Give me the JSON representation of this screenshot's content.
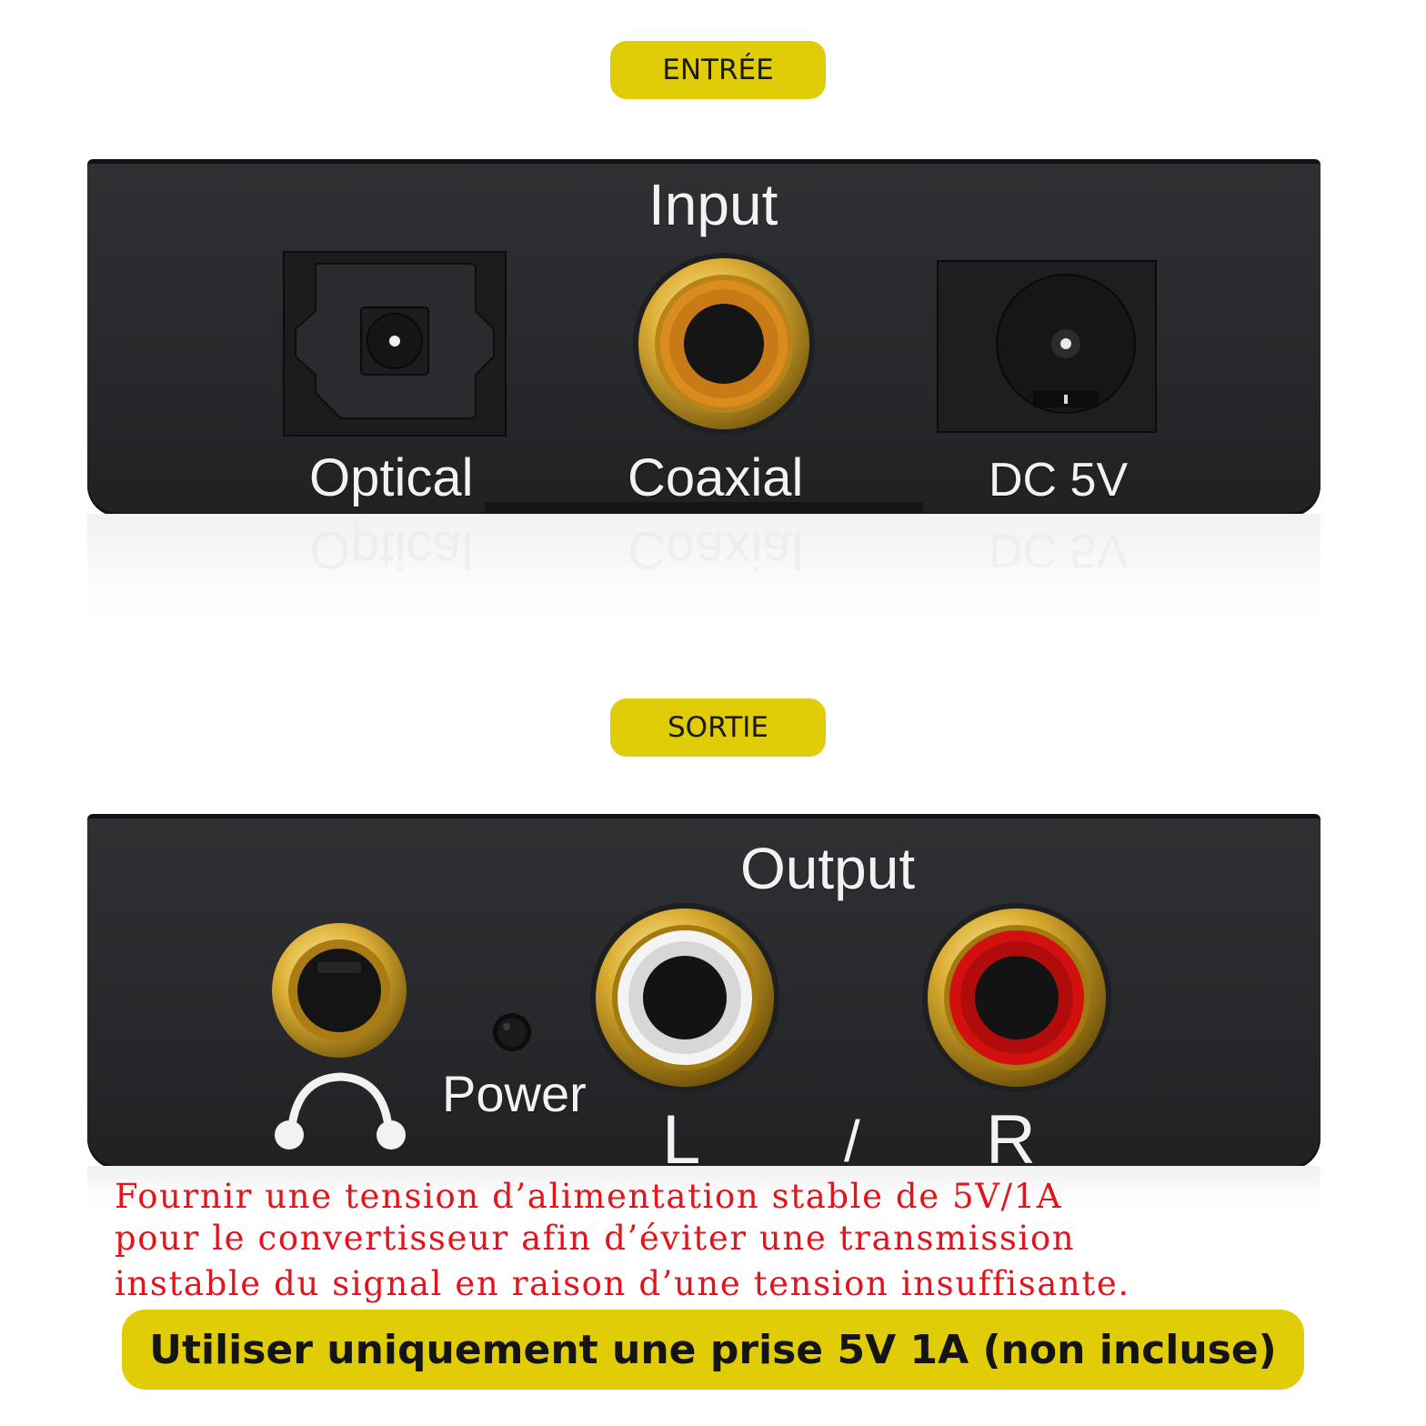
{
  "badges": {
    "input_section": "ENTRÉE",
    "output_section": "SORTIE"
  },
  "input_panel": {
    "heading": "Input",
    "ports": [
      "Optical",
      "Coaxial",
      "DC 5V"
    ]
  },
  "output_panel": {
    "heading": "Output",
    "power_label": "Power",
    "left_label": "L",
    "separator": "/",
    "right_label": "R"
  },
  "icons": [
    "optical-port-icon",
    "coaxial-port-icon",
    "dc-jack-icon",
    "headphone-jack-icon",
    "headphone-icon",
    "power-led-icon",
    "rca-left-icon",
    "rca-right-icon"
  ],
  "colors": {
    "badge_yellow": "#e1cc08",
    "panel_dark": "#2a2c2f",
    "warning_red": "#e3141b",
    "gold": "#d8ae2c",
    "rca_white": "#f4f4f4",
    "rca_red": "#d21010",
    "coax_orange": "#d98a1c"
  },
  "warning": {
    "lines": [
      "Fournir une tension d’alimentation stable de 5V/1A",
      "pour le convertisseur afin d’éviter une transmission",
      "instable du signal en raison d’une tension insuffisante."
    ]
  },
  "footer_notice": "Utiliser uniquement une prise 5V 1A (non incluse)"
}
